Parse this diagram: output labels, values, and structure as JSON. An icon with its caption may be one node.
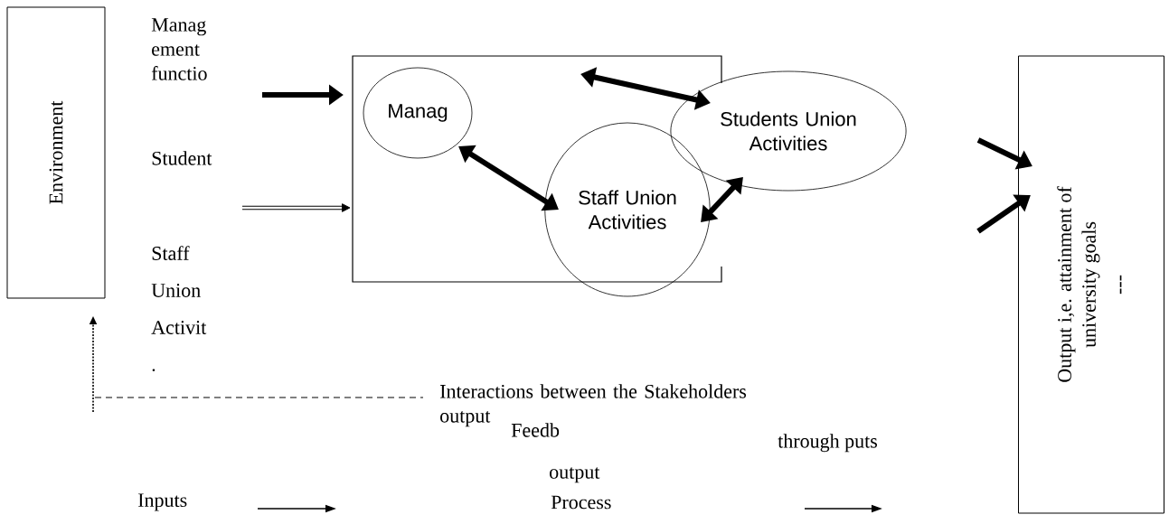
{
  "diagram": {
    "nodes": [
      {
        "text": [
          "Environment"
        ]
      },
      {
        "text": [
          "Manag ement functio"
        ]
      },
      {
        "text": [
          "Student"
        ]
      },
      {
        "text": [],
        "shape": "box"
      },
      {
        "text": [
          "Manag"
        ],
        "in": 3
      },
      {
        "text": [
          "Staff Union Activities"
        ]
      },
      {
        "text": [
          "Students Union Activities"
        ]
      },
      {
        "text": [
          "Output i,e. attainment of university goals",
          "---"
        ]
      },
      {
        "text": [
          "Inputs"
        ]
      },
      {
        "text": [
          "Process"
        ]
      }
    ],
    "edges": [
      {
        "from": 1,
        "to": 3,
        "arrow": "to"
      },
      {
        "from": null,
        "to": 3,
        "arrow": "to"
      },
      {
        "from": null,
        "to": 6,
        "arrow": "both"
      },
      {
        "from": 4,
        "to": 5,
        "arrow": "both"
      },
      {
        "from": 6,
        "to": 5,
        "arrow": "both"
      },
      {
        "from": null,
        "to": 7,
        "arrow": "to"
      },
      {
        "from": null,
        "to": 7,
        "arrow": "to"
      },
      {
        "from": null,
        "to": 0,
        "arrow": "to",
        "style": "dashed"
      }
    ],
    "labels": [
      "Staff Union Activit .",
      "Feedb",
      "through puts",
      "output"
    ],
    "legend": [
      {
        "text": "Interactions between the Stakeholders output"
      }
    ]
  }
}
